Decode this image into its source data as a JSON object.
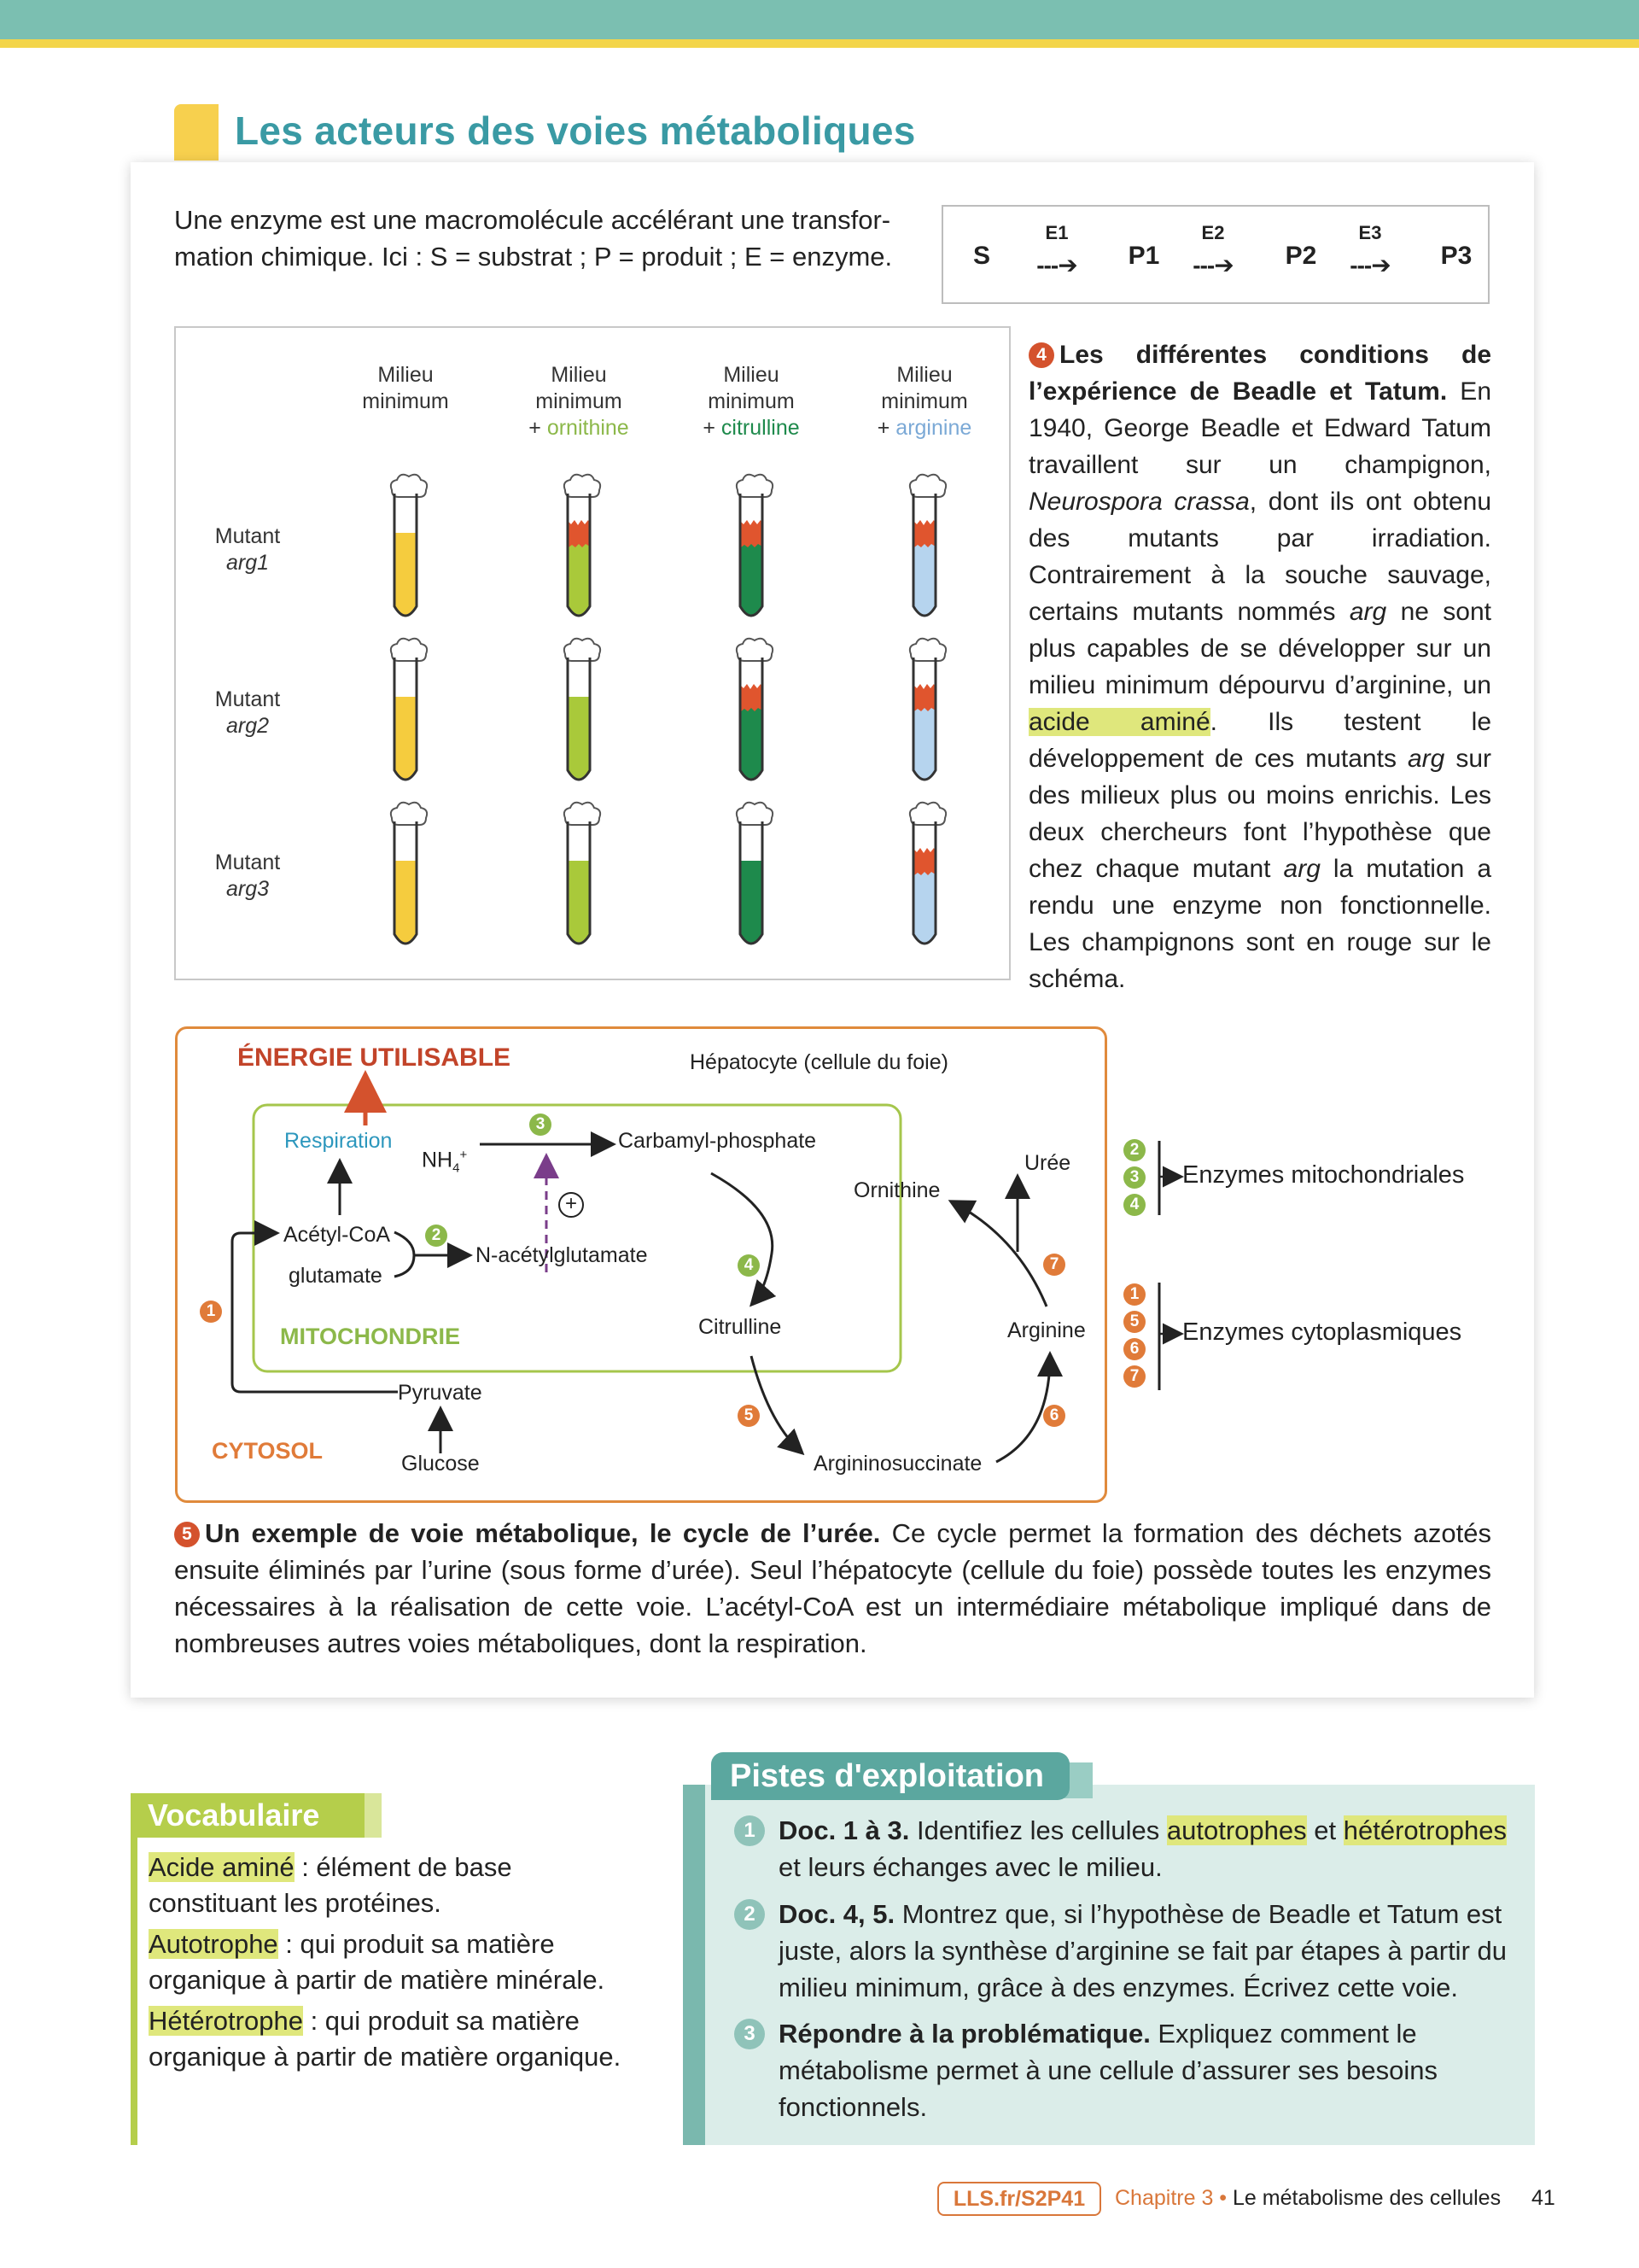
{
  "section": {
    "title": "Les acteurs des voies métaboliques"
  },
  "intro": {
    "text_1": "Une enzyme est une macromolécule accélérant une transfor-",
    "text_2": "mation chimique. Ici : S = substrat ; P = produit ; E = enzyme."
  },
  "pathway": {
    "nodes": [
      "S",
      "P1",
      "P2",
      "P3"
    ],
    "enzymes": [
      "E1",
      "E2",
      "E3"
    ],
    "arrow": "---➔"
  },
  "experiment": {
    "columns": [
      {
        "line1": "Milieu",
        "line2": "minimum",
        "extra": "",
        "extra_color": "#333333"
      },
      {
        "line1": "Milieu",
        "line2": "minimum",
        "extra": "ornithine",
        "extra_color": "#8cb84a"
      },
      {
        "line1": "Milieu",
        "line2": "minimum",
        "extra": "citrulline",
        "extra_color": "#1e8a4c"
      },
      {
        "line1": "Milieu",
        "line2": "minimum",
        "extra": "arginine",
        "extra_color": "#7ba9d6"
      }
    ],
    "plus": "+ ",
    "rows": [
      {
        "line1": "Mutant",
        "line2": "arg1",
        "growth": [
          false,
          true,
          true,
          true
        ]
      },
      {
        "line1": "Mutant",
        "line2": "arg2",
        "growth": [
          false,
          false,
          true,
          true
        ]
      },
      {
        "line1": "Mutant",
        "line2": "arg3",
        "growth": [
          false,
          false,
          false,
          true
        ]
      }
    ],
    "medium_colors": [
      "#f5cc3e",
      "#a9c93a",
      "#1e8a4c",
      "#b6d4ee"
    ],
    "fungus_color": "#e0552e"
  },
  "doc4": {
    "number": "4",
    "bold": "Les différentes conditions de l’expérience de Beadle et Tatum.",
    "t1": " En 1940, George Beadle et Edward Tatum travaillent sur un champignon, ",
    "species": "Neurospora crassa",
    "t2": ", dont ils ont obtenu des mutants par irradiation. Contrairement à la souche sauvage, certains mutants nommés ",
    "arg": "arg",
    "t3": " ne sont plus capables de se développer sur un milieu minimum dépourvu d’arginine, un ",
    "highlight": "acide aminé",
    "t4": ". Ils testent le développement de ces mutants ",
    "t5": " sur des milieux plus ou moins enrichis. Les deux chercheurs font l’hypothèse que chez chaque mutant ",
    "t6": " la mutation a rendu une enzyme non fonctionnelle. Les champignons sont en rouge sur le schéma."
  },
  "urea": {
    "energy": "ÉNERGIE UTILISABLE",
    "hepatocyte": "Hépatocyte (cellule du foie)",
    "respiration": "Respiration",
    "nh4": "NH",
    "nh4_sub": "4",
    "nh4_sup": "+",
    "carbamyl": "Carbamyl-phosphate",
    "acetyl": "Acétyl-CoA",
    "glutamate": "glutamate",
    "nag": "N-acétylglutamate",
    "plus": "+",
    "mito": "MITOCHONDRIE",
    "ornithine": "Ornithine",
    "uree": "Urée",
    "citrulline": "Citrulline",
    "arginine": "Arginine",
    "pyruvate": "Pyruvate",
    "glucose": "Glucose",
    "cytosol": "CYTOSOL",
    "argininosuccinate": "Argininosuccinate",
    "steps": [
      "1",
      "2",
      "3",
      "4",
      "5",
      "6",
      "7"
    ],
    "group_mito": {
      "nums": [
        "2",
        "3",
        "4"
      ],
      "label": "Enzymes mitochondriales"
    },
    "group_cyto": {
      "nums": [
        "1",
        "5",
        "6",
        "7"
      ],
      "label": "Enzymes cytoplasmiques"
    }
  },
  "doc5": {
    "number": "5",
    "bold": "Un exemple de voie métabolique, le cycle de l’urée.",
    "text": " Ce cycle permet la formation des déchets azotés ensuite éliminés par l’urine (sous forme d’urée). Seul l’hépatocyte (cellule du foie) possède toutes les enzymes nécessaires à la réalisation de cette voie. L’acétyl-CoA est un intermédiaire métabolique impliqué dans de nombreuses autres voies métaboliques, dont la respiration."
  },
  "vocab": {
    "title": "Vocabulaire",
    "items": [
      {
        "term": "Acide aminé",
        "def": " : élément de base constituant les protéines."
      },
      {
        "term": "Autotrophe",
        "def": " : qui produit sa matière organique à partir de matière minérale."
      },
      {
        "term": "Hétérotrophe",
        "def": " : qui produit sa matière organique à partir de matière organique."
      }
    ]
  },
  "pistes": {
    "title": "Pistes d'exploitation",
    "items": [
      {
        "num": "1",
        "bold": "Doc. 1 à 3.",
        "a": " Identifiez les cellules ",
        "h1": "autotrophes",
        "b": " et ",
        "h2": "hétérotrophes",
        "c": " et leurs échanges avec le milieu."
      },
      {
        "num": "2",
        "bold": "Doc. 4, 5.",
        "text": " Montrez que, si l’hypothèse de Beadle et Tatum est juste, alors la synthèse d’arginine se fait par étapes à partir du milieu minimum, grâce à des enzymes. Écrivez cette voie."
      },
      {
        "num": "3",
        "bold": "Répondre à la problématique.",
        "text": " Expliquez comment le métabolisme permet à une cellule d’assurer ses besoins fonctionnels."
      }
    ]
  },
  "footer": {
    "link": "LLS.fr/S2P41",
    "chapter": "Chapitre 3",
    "bullet": " • ",
    "chapter_title": "Le métabolisme des cellules",
    "page": "41"
  }
}
